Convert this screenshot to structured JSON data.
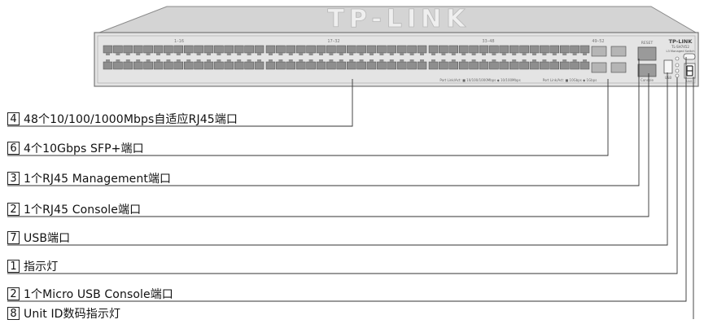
{
  "device": {
    "brand_logo": "TP-LINK",
    "panel_brand": "TP-LINK",
    "model": "TL-SH7452",
    "model_desc": "L3 Managed Switch",
    "port_range_1": "1–16",
    "port_range_2": "17–32",
    "port_range_3": "33–48",
    "sfp_range": "49–52",
    "reset_label": "RESET",
    "console_label": "Console",
    "usb_label": "USB",
    "unit_label": "Unit",
    "legend_rj45": "Port Link/Act: ■ 10/100/1000Mbps  ◆ 10/100Mbps",
    "legend_sfp": "Port Link/Act: ■ 10Gbps  ◆ 1Gbps"
  },
  "callouts": [
    {
      "num": "4",
      "text": "48个10/100/1000Mbps自适应RJ45端口"
    },
    {
      "num": "6",
      "text": "4个10Gbps SFP+端口"
    },
    {
      "num": "3",
      "text": "1个RJ45 Management端口"
    },
    {
      "num": "2",
      "text": "1个RJ45 Console端口"
    },
    {
      "num": "7",
      "text": "USB端口"
    },
    {
      "num": "1",
      "text": "指示灯"
    },
    {
      "num": "2",
      "text": "1个Micro USB Console端口"
    },
    {
      "num": "8",
      "text": "Unit ID数码指示灯"
    }
  ]
}
